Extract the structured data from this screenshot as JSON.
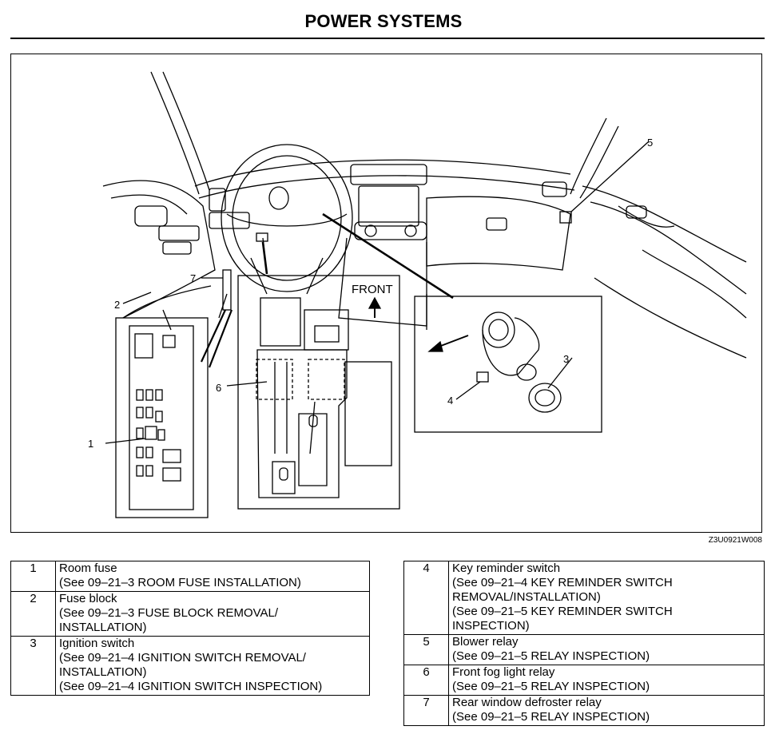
{
  "page": {
    "title": "POWER SYSTEMS",
    "figure_code": "Z3U0921W008"
  },
  "figure": {
    "front_label": "FRONT",
    "callouts": [
      "1",
      "2",
      "3",
      "4",
      "5",
      "6",
      "7"
    ]
  },
  "legend_left": [
    {
      "num": "1",
      "name": "Room fuse",
      "refs": "(See 09–21–3 ROOM FUSE INSTALLATION)"
    },
    {
      "num": "2",
      "name": "Fuse block",
      "refs": "(See 09–21–3 FUSE BLOCK REMOVAL/\nINSTALLATION)"
    },
    {
      "num": "3",
      "name": "Ignition switch",
      "refs": "(See 09–21–4 IGNITION SWITCH REMOVAL/\nINSTALLATION)\n(See 09–21–4 IGNITION SWITCH INSPECTION)"
    }
  ],
  "legend_right": [
    {
      "num": "4",
      "name": "Key reminder switch",
      "refs": "(See 09–21–4 KEY REMINDER SWITCH\nREMOVAL/INSTALLATION)\n(See 09–21–5 KEY REMINDER SWITCH\nINSPECTION)"
    },
    {
      "num": "5",
      "name": "Blower relay",
      "refs": "(See 09–21–5 RELAY INSPECTION)"
    },
    {
      "num": "6",
      "name": "Front fog light relay",
      "refs": "(See 09–21–5 RELAY INSPECTION)"
    },
    {
      "num": "7",
      "name": "Rear window defroster relay",
      "refs": "(See 09–21–5 RELAY INSPECTION)"
    }
  ]
}
